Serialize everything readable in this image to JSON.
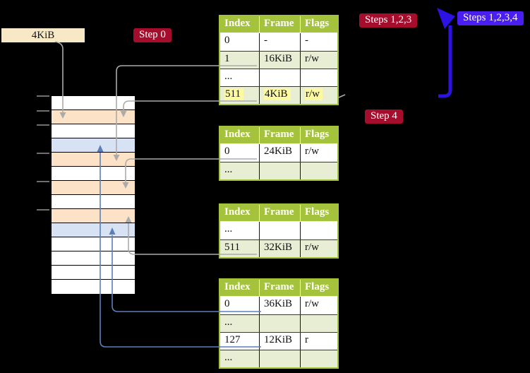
{
  "page_box": {
    "label": "4KiB"
  },
  "step_labels": {
    "step0": "Step 0",
    "steps123": "Steps 1,2,3",
    "steps1234": "Steps 1,2,3,4",
    "step4": "Step 4"
  },
  "memory": {
    "rows": [
      "white",
      "peach",
      "white",
      "blue",
      "peach",
      "white",
      "peach",
      "white",
      "peach",
      "blue",
      "white",
      "white",
      "white",
      "white"
    ]
  },
  "tables": [
    {
      "headers": [
        "Index",
        "Frame",
        "Flags"
      ],
      "rows": [
        {
          "cells": [
            "0",
            "-",
            "-"
          ],
          "shade": "white",
          "highlight": false
        },
        {
          "cells": [
            "1",
            "16KiB",
            "r/w"
          ],
          "shade": "green",
          "highlight": false
        },
        {
          "cells": [
            "...",
            "",
            ""
          ],
          "shade": "white",
          "highlight": false
        },
        {
          "cells": [
            "511",
            "4KiB",
            "r/w"
          ],
          "shade": "green",
          "highlight": true
        }
      ]
    },
    {
      "headers": [
        "Index",
        "Frame",
        "Flags"
      ],
      "rows": [
        {
          "cells": [
            "0",
            "24KiB",
            "r/w"
          ],
          "shade": "white",
          "highlight": false
        },
        {
          "cells": [
            "...",
            "",
            ""
          ],
          "shade": "green",
          "highlight": false
        }
      ]
    },
    {
      "headers": [
        "Index",
        "Frame",
        "Flags"
      ],
      "rows": [
        {
          "cells": [
            "...",
            "",
            ""
          ],
          "shade": "white",
          "highlight": false
        },
        {
          "cells": [
            "511",
            "32KiB",
            "r/w"
          ],
          "shade": "green",
          "highlight": false
        }
      ]
    },
    {
      "headers": [
        "Index",
        "Frame",
        "Flags"
      ],
      "rows": [
        {
          "cells": [
            "0",
            "36KiB",
            "r/w"
          ],
          "shade": "white",
          "highlight": false
        },
        {
          "cells": [
            "...",
            "",
            ""
          ],
          "shade": "green",
          "highlight": false
        },
        {
          "cells": [
            "127",
            "12KiB",
            "r"
          ],
          "shade": "white",
          "highlight": false
        },
        {
          "cells": [
            "...",
            "",
            ""
          ],
          "shade": "green",
          "highlight": false
        }
      ]
    }
  ],
  "colors": {
    "page_bg": "#000000",
    "box_tan": "#f8e9c6",
    "crimson": "#a60c2c",
    "violet": "#4a1df0",
    "arrow_blue": "#2c12e3",
    "blue_line": "#5b80b8",
    "grey_line": "#ababab",
    "tick_grey": "#6f6f6f",
    "header_green": "#a4c23c",
    "row_green": "#e7eed4",
    "yellow_hl": "#fcf9a0",
    "peach": "#fce3c8",
    "light_blue": "#d7e3f4"
  }
}
